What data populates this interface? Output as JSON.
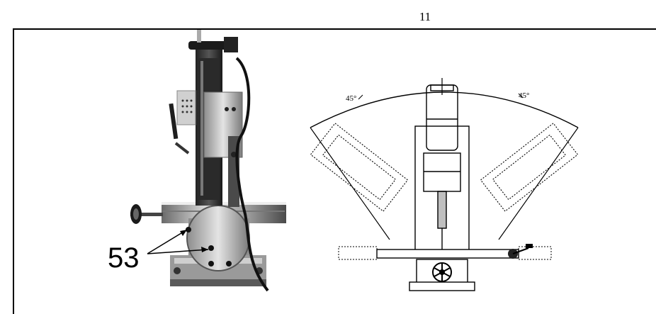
{
  "page": {
    "number": "11"
  },
  "photo": {
    "callout_label": "53"
  },
  "diagram": {
    "angle_left": "45°",
    "angle_right": "45°"
  }
}
